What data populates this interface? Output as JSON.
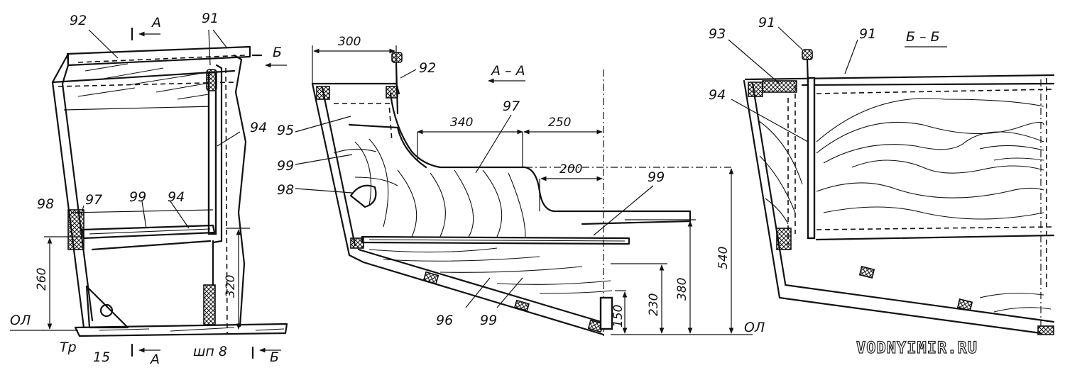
{
  "watermark": "VODNYIMIR.RU",
  "left_view": {
    "labels": {
      "p92": "92",
      "p91": "91",
      "p94": "94",
      "p98": "98",
      "p97": "97",
      "p99": "99",
      "p94b": "94",
      "p15": "15",
      "tp": "Тр",
      "shp8": "шп 8",
      "ol": "ОЛ"
    },
    "dims": {
      "d260": "260",
      "d320": "320"
    },
    "cuts": {
      "a_top": "А",
      "a_bottom": "А",
      "b_top": "Б",
      "b_bottom": "Б"
    }
  },
  "middle_view": {
    "title": "А – А",
    "labels": {
      "p92": "92",
      "p95": "95",
      "p99a": "99",
      "p98": "98",
      "p97": "97",
      "p99b": "99",
      "p96": "96",
      "p99c": "99",
      "ol": "ОЛ"
    },
    "dims": {
      "d300": "300",
      "d340": "340",
      "d250": "250",
      "d200": "200",
      "d540": "540",
      "d380": "380",
      "d230": "230",
      "d150": "150"
    }
  },
  "right_view": {
    "title": "Б – Б",
    "labels": {
      "p91a": "91",
      "p91b": "91",
      "p93": "93",
      "p94": "94"
    }
  }
}
